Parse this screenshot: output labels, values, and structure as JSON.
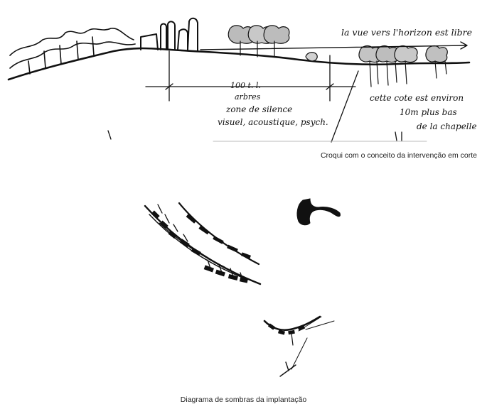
{
  "figures": [
    {
      "caption": "Croqui com o conceito da intervenção em corte",
      "annotations": {
        "horizon": "la vue vers l'horizon est libre",
        "zone_line1": "100 t. l.",
        "zone_line2": "arbres",
        "zone_line3": "zone de silence",
        "zone_line4": "visuel, acoustique, psych.",
        "right_line1": "cette cote est environ",
        "right_line2": "10m plus bas",
        "right_line3": "de la chapelle"
      }
    },
    {
      "caption": "Diagrama de sombras da implantação"
    }
  ]
}
